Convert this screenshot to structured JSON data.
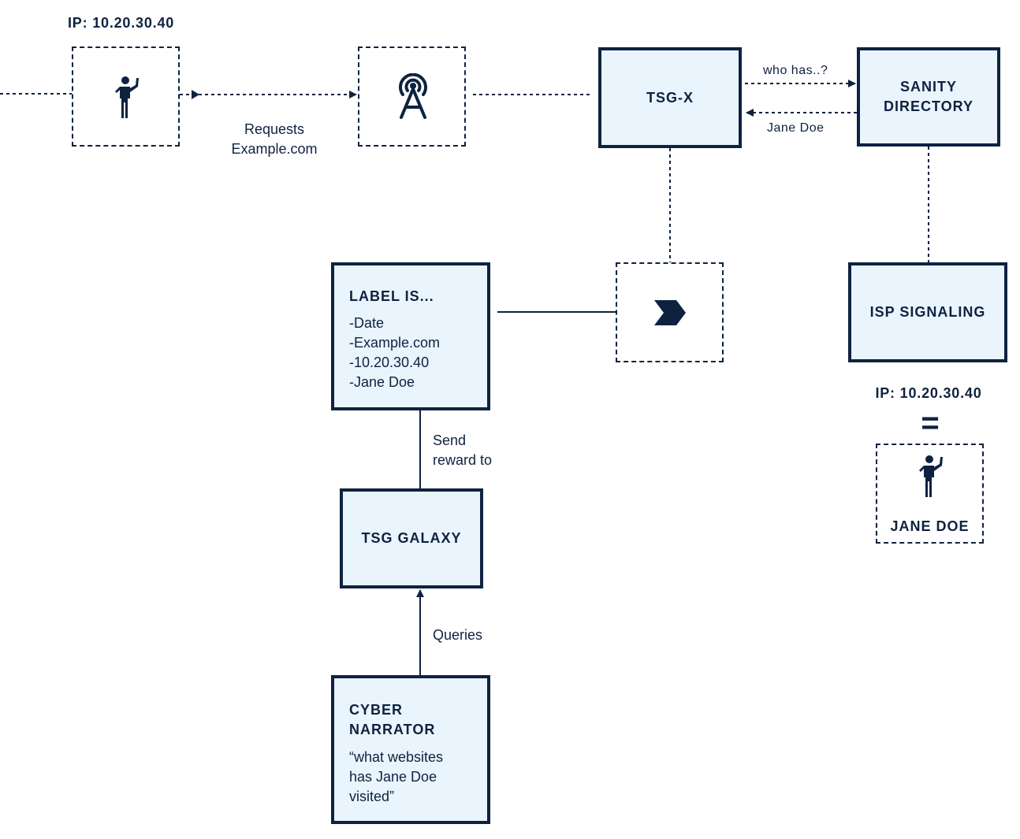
{
  "top_ip_label": "IP: 10.20.30.40",
  "requests_label": [
    "Requests",
    "Example.com"
  ],
  "tsgx": {
    "title": "TSG-X"
  },
  "who_has_label": "who has..?",
  "jane_doe_reply": "Jane Doe",
  "sanity_directory": {
    "title_lines": [
      "SANITY",
      "DIRECTORY"
    ]
  },
  "isp_signaling": {
    "title": "ISP SIGNALING"
  },
  "isp_ip_label": "IP: 10.20.30.40",
  "equals_sign": "=",
  "jane_doe_user": {
    "label": "JANE DOE"
  },
  "label_box": {
    "title": "LABEL IS...",
    "items": [
      "-Date",
      "-Example.com",
      "-10.20.30.40",
      "-Jane Doe"
    ]
  },
  "send_reward_label": [
    "Send",
    "reward to"
  ],
  "tsg_galaxy": {
    "title": "TSG GALAXY"
  },
  "queries_label": "Queries",
  "cyber_narrator": {
    "title_lines": [
      "CYBER",
      "NARRATOR"
    ],
    "quote_lines": [
      "“what websites",
      "has Jane Doe",
      "visited”"
    ]
  },
  "icons": {
    "user": "person-waving-icon",
    "tower": "broadcast-tower-icon",
    "forward": "forward-chevron-icon"
  },
  "colors": {
    "ink": "#0e2240",
    "box_fill": "#eaf4fd"
  }
}
